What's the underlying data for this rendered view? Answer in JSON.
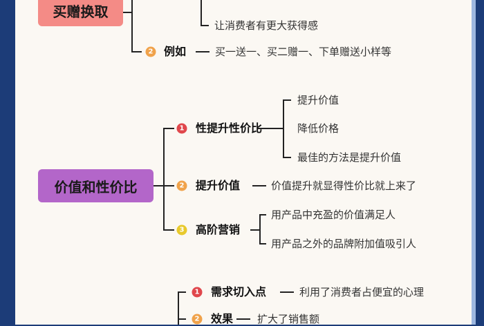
{
  "colors": {
    "background": "#1c3c78",
    "panel": "#fbf8f3",
    "box1": "#f48b86",
    "box2": "#b366c9",
    "num1": "#e0474c",
    "num2": "#f0a24a",
    "num3": "#e8c92c"
  },
  "section1": {
    "title": "买赠换取",
    "sub_item": "让消费者有更大获得感",
    "branch2": {
      "num": "2",
      "label": "例如",
      "text": "买一送一、买二赠一、下单赠送小样等"
    }
  },
  "section2": {
    "title": "价值和性价比",
    "branch1": {
      "num": "1",
      "label": "性提升性价比",
      "items": [
        "提升价值",
        "降低价格",
        "最佳的方法是提升价值"
      ]
    },
    "branch2": {
      "num": "2",
      "label": "提升价值",
      "text": "价值提升就显得性价比就上来了"
    },
    "branch3": {
      "num": "3",
      "label": "高阶营销",
      "items": [
        "用产品中充盈的价值满足人",
        "用产品之外的品牌附加值吸引人"
      ]
    }
  },
  "section3": {
    "branch1": {
      "num": "1",
      "label": "需求切入点",
      "text": "利用了消费者占便宜的心理"
    },
    "branch2": {
      "num": "2",
      "label": "效果",
      "text": "扩大了销售额"
    }
  }
}
